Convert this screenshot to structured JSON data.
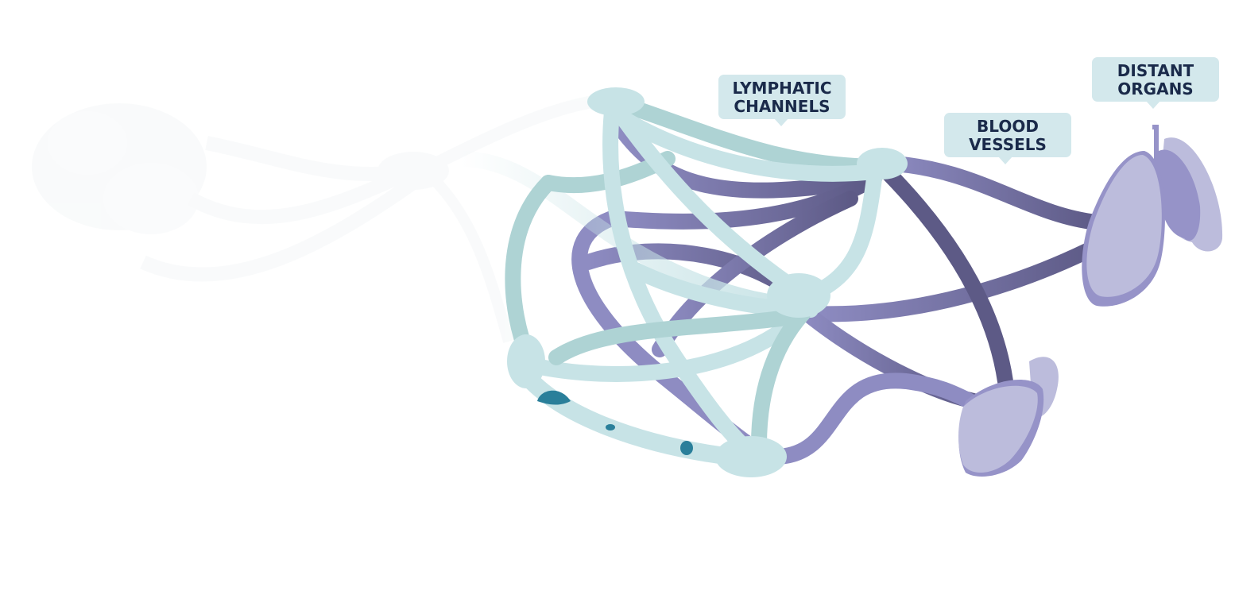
{
  "labels": {
    "lymphatic": {
      "line1": "LYMPHATIC",
      "line2": "CHANNELS"
    },
    "blood": {
      "line1": "BLOOD",
      "line2": "VESSELS"
    },
    "organs": {
      "line1": "DISTANT",
      "line2": "ORGANS"
    }
  },
  "colors": {
    "lymph_light": "#c7e3e6",
    "lymph_mid": "#aed3d4",
    "vessel_light": "#8e8cc2",
    "vessel_dark": "#5d5a86",
    "organ_light": "#bcbcdc",
    "organ_shade": "#9693c8",
    "tumor": "#2a7f9a",
    "label_bg": "#d3e8ec",
    "label_text": "#1a2a4a"
  }
}
